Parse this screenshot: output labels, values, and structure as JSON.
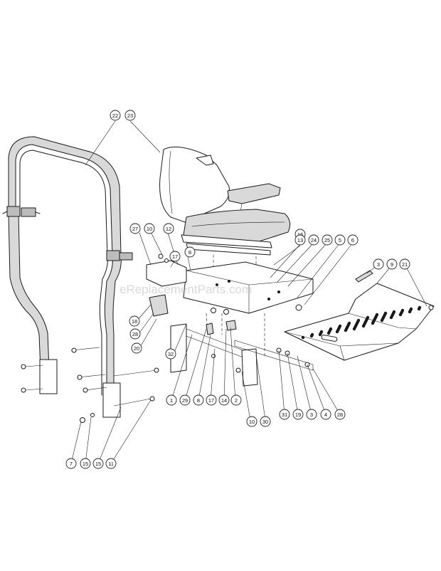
{
  "watermark": "eReplacementParts.com",
  "callouts": [
    {
      "label": "22"
    },
    {
      "label": "23"
    },
    {
      "label": "27"
    },
    {
      "label": "10"
    },
    {
      "label": "12"
    },
    {
      "label": "8"
    },
    {
      "label": "17"
    },
    {
      "label": "16"
    },
    {
      "label": "13"
    },
    {
      "label": "24"
    },
    {
      "label": "25"
    },
    {
      "label": "5"
    },
    {
      "label": "6"
    },
    {
      "label": "3"
    },
    {
      "label": "9"
    },
    {
      "label": "21"
    },
    {
      "label": "18"
    },
    {
      "label": "28"
    },
    {
      "label": "20"
    },
    {
      "label": "32"
    },
    {
      "label": "1"
    },
    {
      "label": "29"
    },
    {
      "label": "8"
    },
    {
      "label": "17"
    },
    {
      "label": "14"
    },
    {
      "label": "2"
    },
    {
      "label": "10"
    },
    {
      "label": "30"
    },
    {
      "label": "31"
    },
    {
      "label": "19"
    },
    {
      "label": "3"
    },
    {
      "label": "4"
    },
    {
      "label": "28"
    },
    {
      "label": "7"
    },
    {
      "label": "15"
    },
    {
      "label": "15"
    },
    {
      "label": "11"
    }
  ]
}
